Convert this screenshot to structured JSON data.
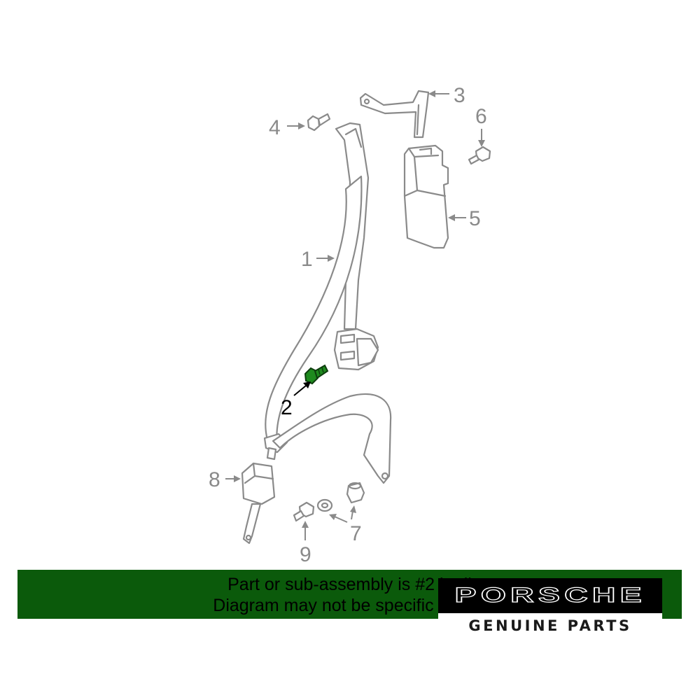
{
  "callouts": {
    "c1": "1",
    "c2": "2",
    "c3": "3",
    "c4": "4",
    "c5": "5",
    "c6": "6",
    "c7": "7",
    "c8": "8",
    "c9": "9"
  },
  "highlighted_part": "2",
  "colors": {
    "banner": "#0b5a0b",
    "highlight_part": "#1e8a1e",
    "line_art": "#8a8a8a"
  },
  "banner": {
    "line1": "Part or sub-assembly is #2 in di",
    "line2": "Diagram may not be specific to you"
  },
  "logo": {
    "wordmark": "PORSCHE",
    "tagline": "GENUINE PARTS"
  }
}
